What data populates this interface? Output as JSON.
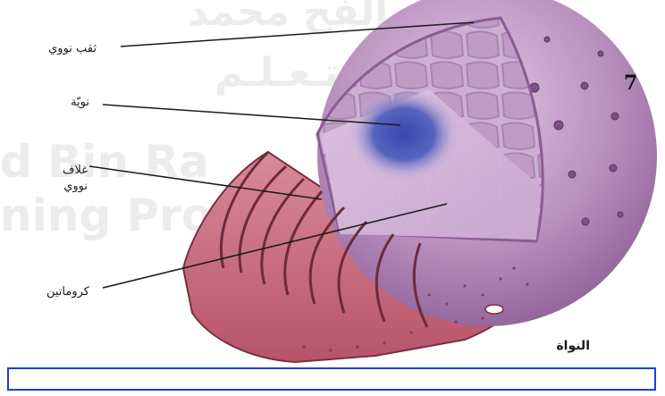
{
  "labels": {
    "nuclear_pore": "ثقب نووي",
    "nucleolus": "نويّة",
    "nuclear_envelope_line1": "غلاف",
    "nuclear_envelope_line2": "نووي",
    "chromatin": "كروماتين",
    "title": "النواة",
    "figure_number": "7"
  },
  "watermark": {
    "line1": "الفح محمد",
    "line2": "تـعـلـم",
    "line3": "d Bin Ra",
    "line4": "ning Pro"
  },
  "colors": {
    "envelope_purple": "#b48ab8",
    "nucleoplasm": "#ead6ea",
    "nucleolus": "#4a56b5",
    "er_red": "#c8687a",
    "caption_border": "#1f3fd6"
  }
}
